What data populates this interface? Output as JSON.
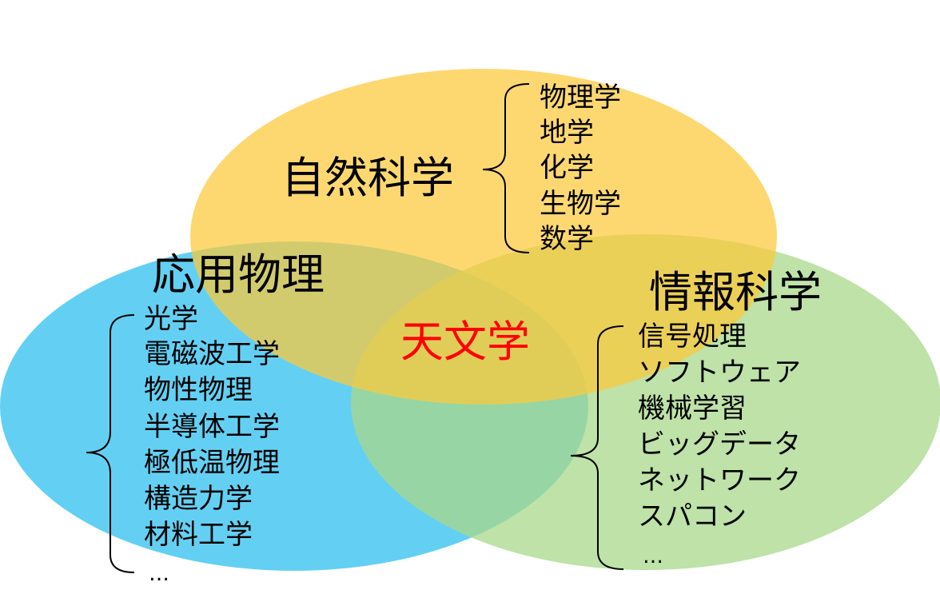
{
  "center": {
    "label": "天文学",
    "color": "#ff0000"
  },
  "fields": [
    {
      "title": "自然科学",
      "color": "#fcc93a",
      "items": [
        "物理学",
        "地学",
        "化学",
        "生物学",
        "数学"
      ]
    },
    {
      "title": "応用物理",
      "color": "#3cc4f0",
      "items": [
        "光学",
        "電磁波工学",
        "物性物理",
        "半導体工学",
        "極低温物理",
        "構造力学",
        "材料工学",
        "…"
      ]
    },
    {
      "title": "情報科学",
      "color": "#a8d88a",
      "items": [
        "信号処理",
        "ソフトウェア",
        "機械学習",
        "ビッグデータ",
        "ネットワーク",
        "スパコン",
        "…"
      ]
    }
  ]
}
